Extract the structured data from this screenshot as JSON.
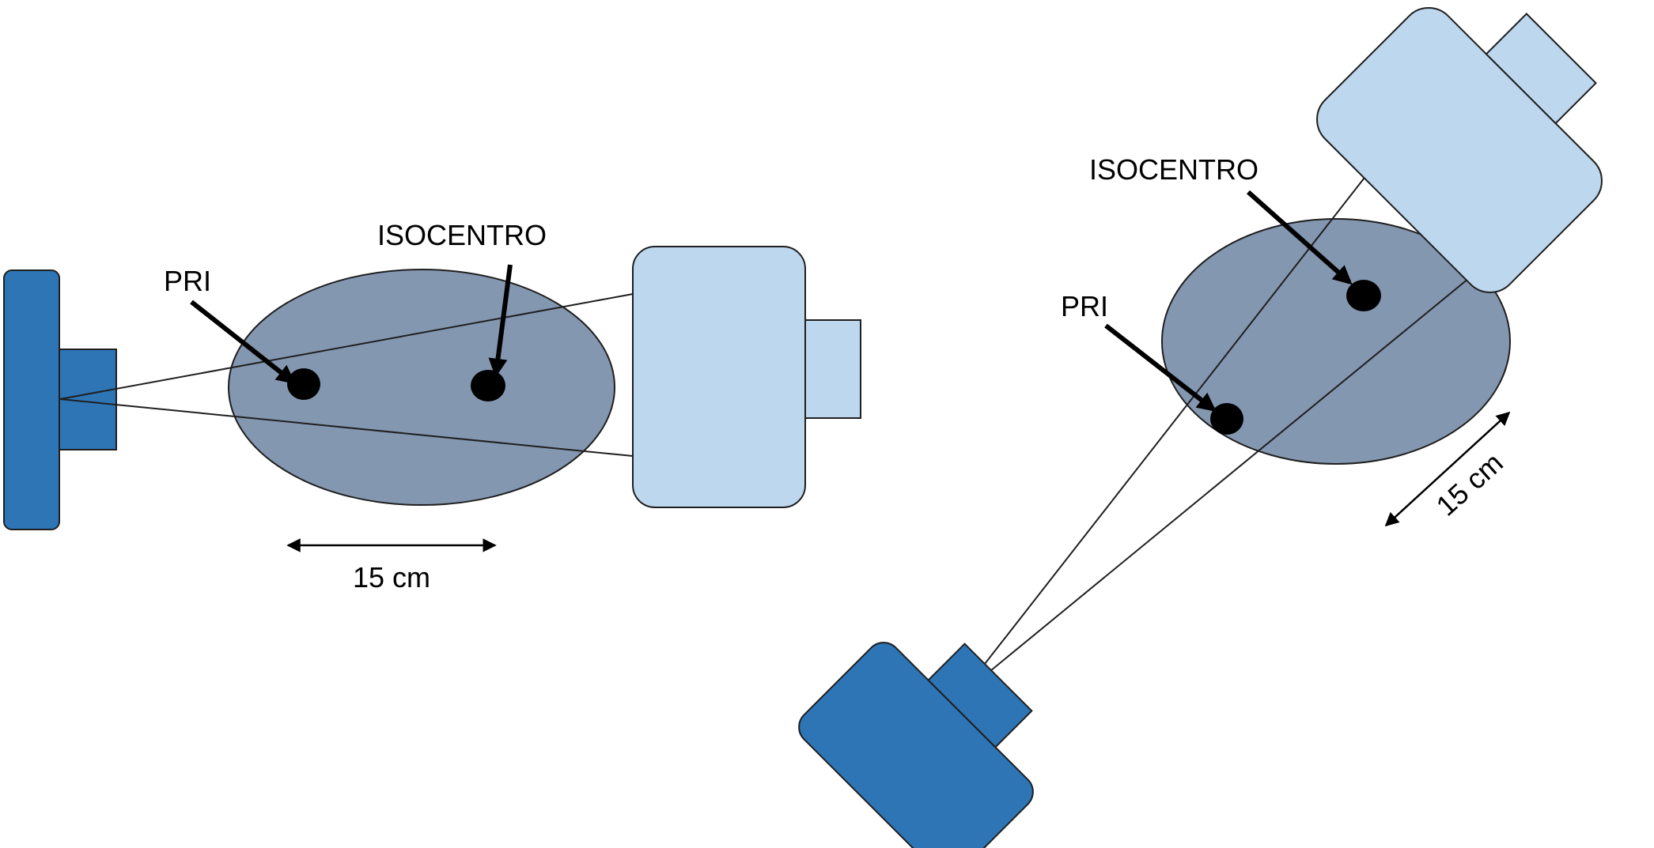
{
  "left_view": {
    "label_pri": "PRI",
    "label_isocentro": "ISOCENTRO",
    "dimension_label": "15 cm"
  },
  "right_view": {
    "label_pri": "PRI",
    "label_isocentro": "ISOCENTRO",
    "dimension_label": "15 cm"
  },
  "colors": {
    "dark_blue": "#2e75b6",
    "light_blue": "#bdd7ee",
    "patient_gray": "#8497b0",
    "outline": "#1f1f1f"
  }
}
